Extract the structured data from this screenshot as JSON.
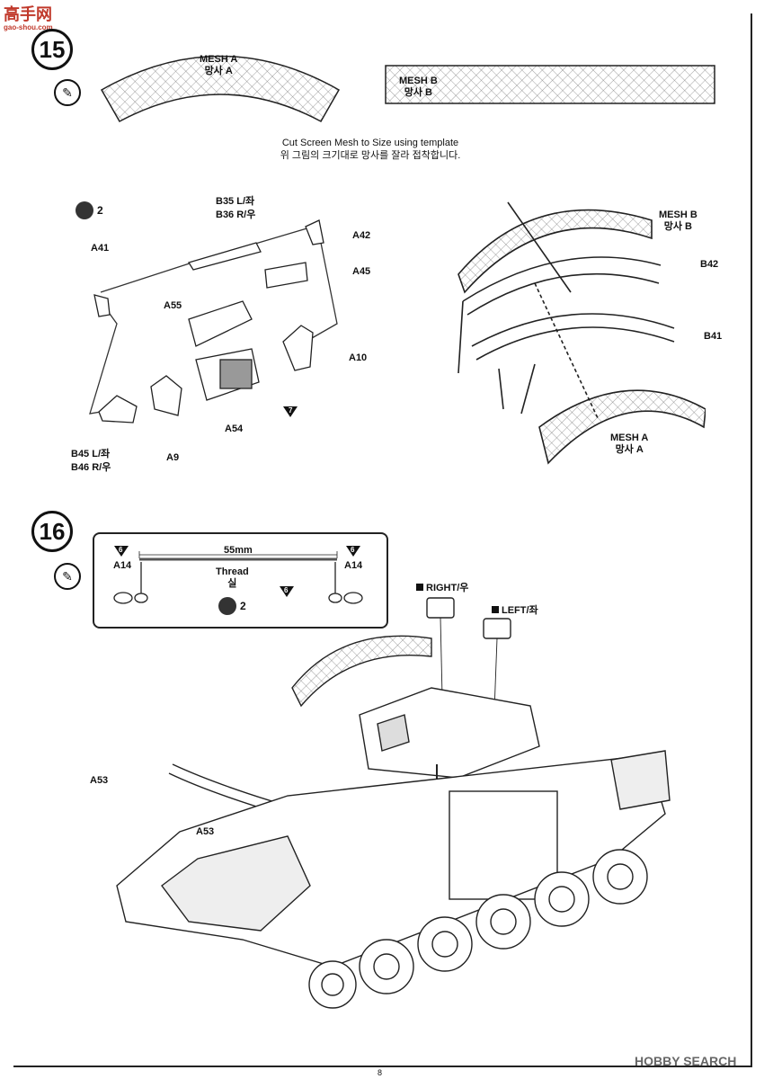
{
  "watermark": {
    "top_left": "高手网",
    "top_left_sub": "gao-shou.com",
    "bottom_right": "HOBBY SEARCH"
  },
  "step15": {
    "number": "15",
    "mesh_a_label": "MESH A",
    "mesh_a_label_kr": "망사 A",
    "mesh_b_label": "MESH B",
    "mesh_b_label_kr": "망사 B",
    "instruction_en": "Cut Screen Mesh to Size using template",
    "instruction_kr": "위 그림의 크기대로 망사를 잘라 접착합니다.",
    "glue_qty": "2",
    "parts": {
      "b35": "B35 L/좌",
      "b36": "B36 R/우",
      "a41": "A41",
      "a42": "A42",
      "a45": "A45",
      "a55": "A55",
      "a10": "A10",
      "a54": "A54",
      "a9": "A9",
      "b45": "B45 L/좌",
      "b46": "B46 R/우",
      "b42": "B42",
      "b41": "B41",
      "mesh_b": "MESH B",
      "mesh_b_kr": "망사 B",
      "mesh_a": "MESH A",
      "mesh_a_kr": "망사 A"
    },
    "color_ref": "7"
  },
  "step16": {
    "number": "16",
    "thread_length": "55mm",
    "thread_label": "Thread",
    "thread_label_kr": "실",
    "a14_left": "A14",
    "a14_right": "A14",
    "color_ref": "6",
    "glue_qty": "2",
    "right_label": "RIGHT/우",
    "left_label": "LEFT/좌",
    "a53_top": "A53",
    "a53_mid": "A53"
  },
  "page_number": "8",
  "colors": {
    "ink": "#111111",
    "paper": "#ffffff",
    "mesh": "#555555"
  }
}
